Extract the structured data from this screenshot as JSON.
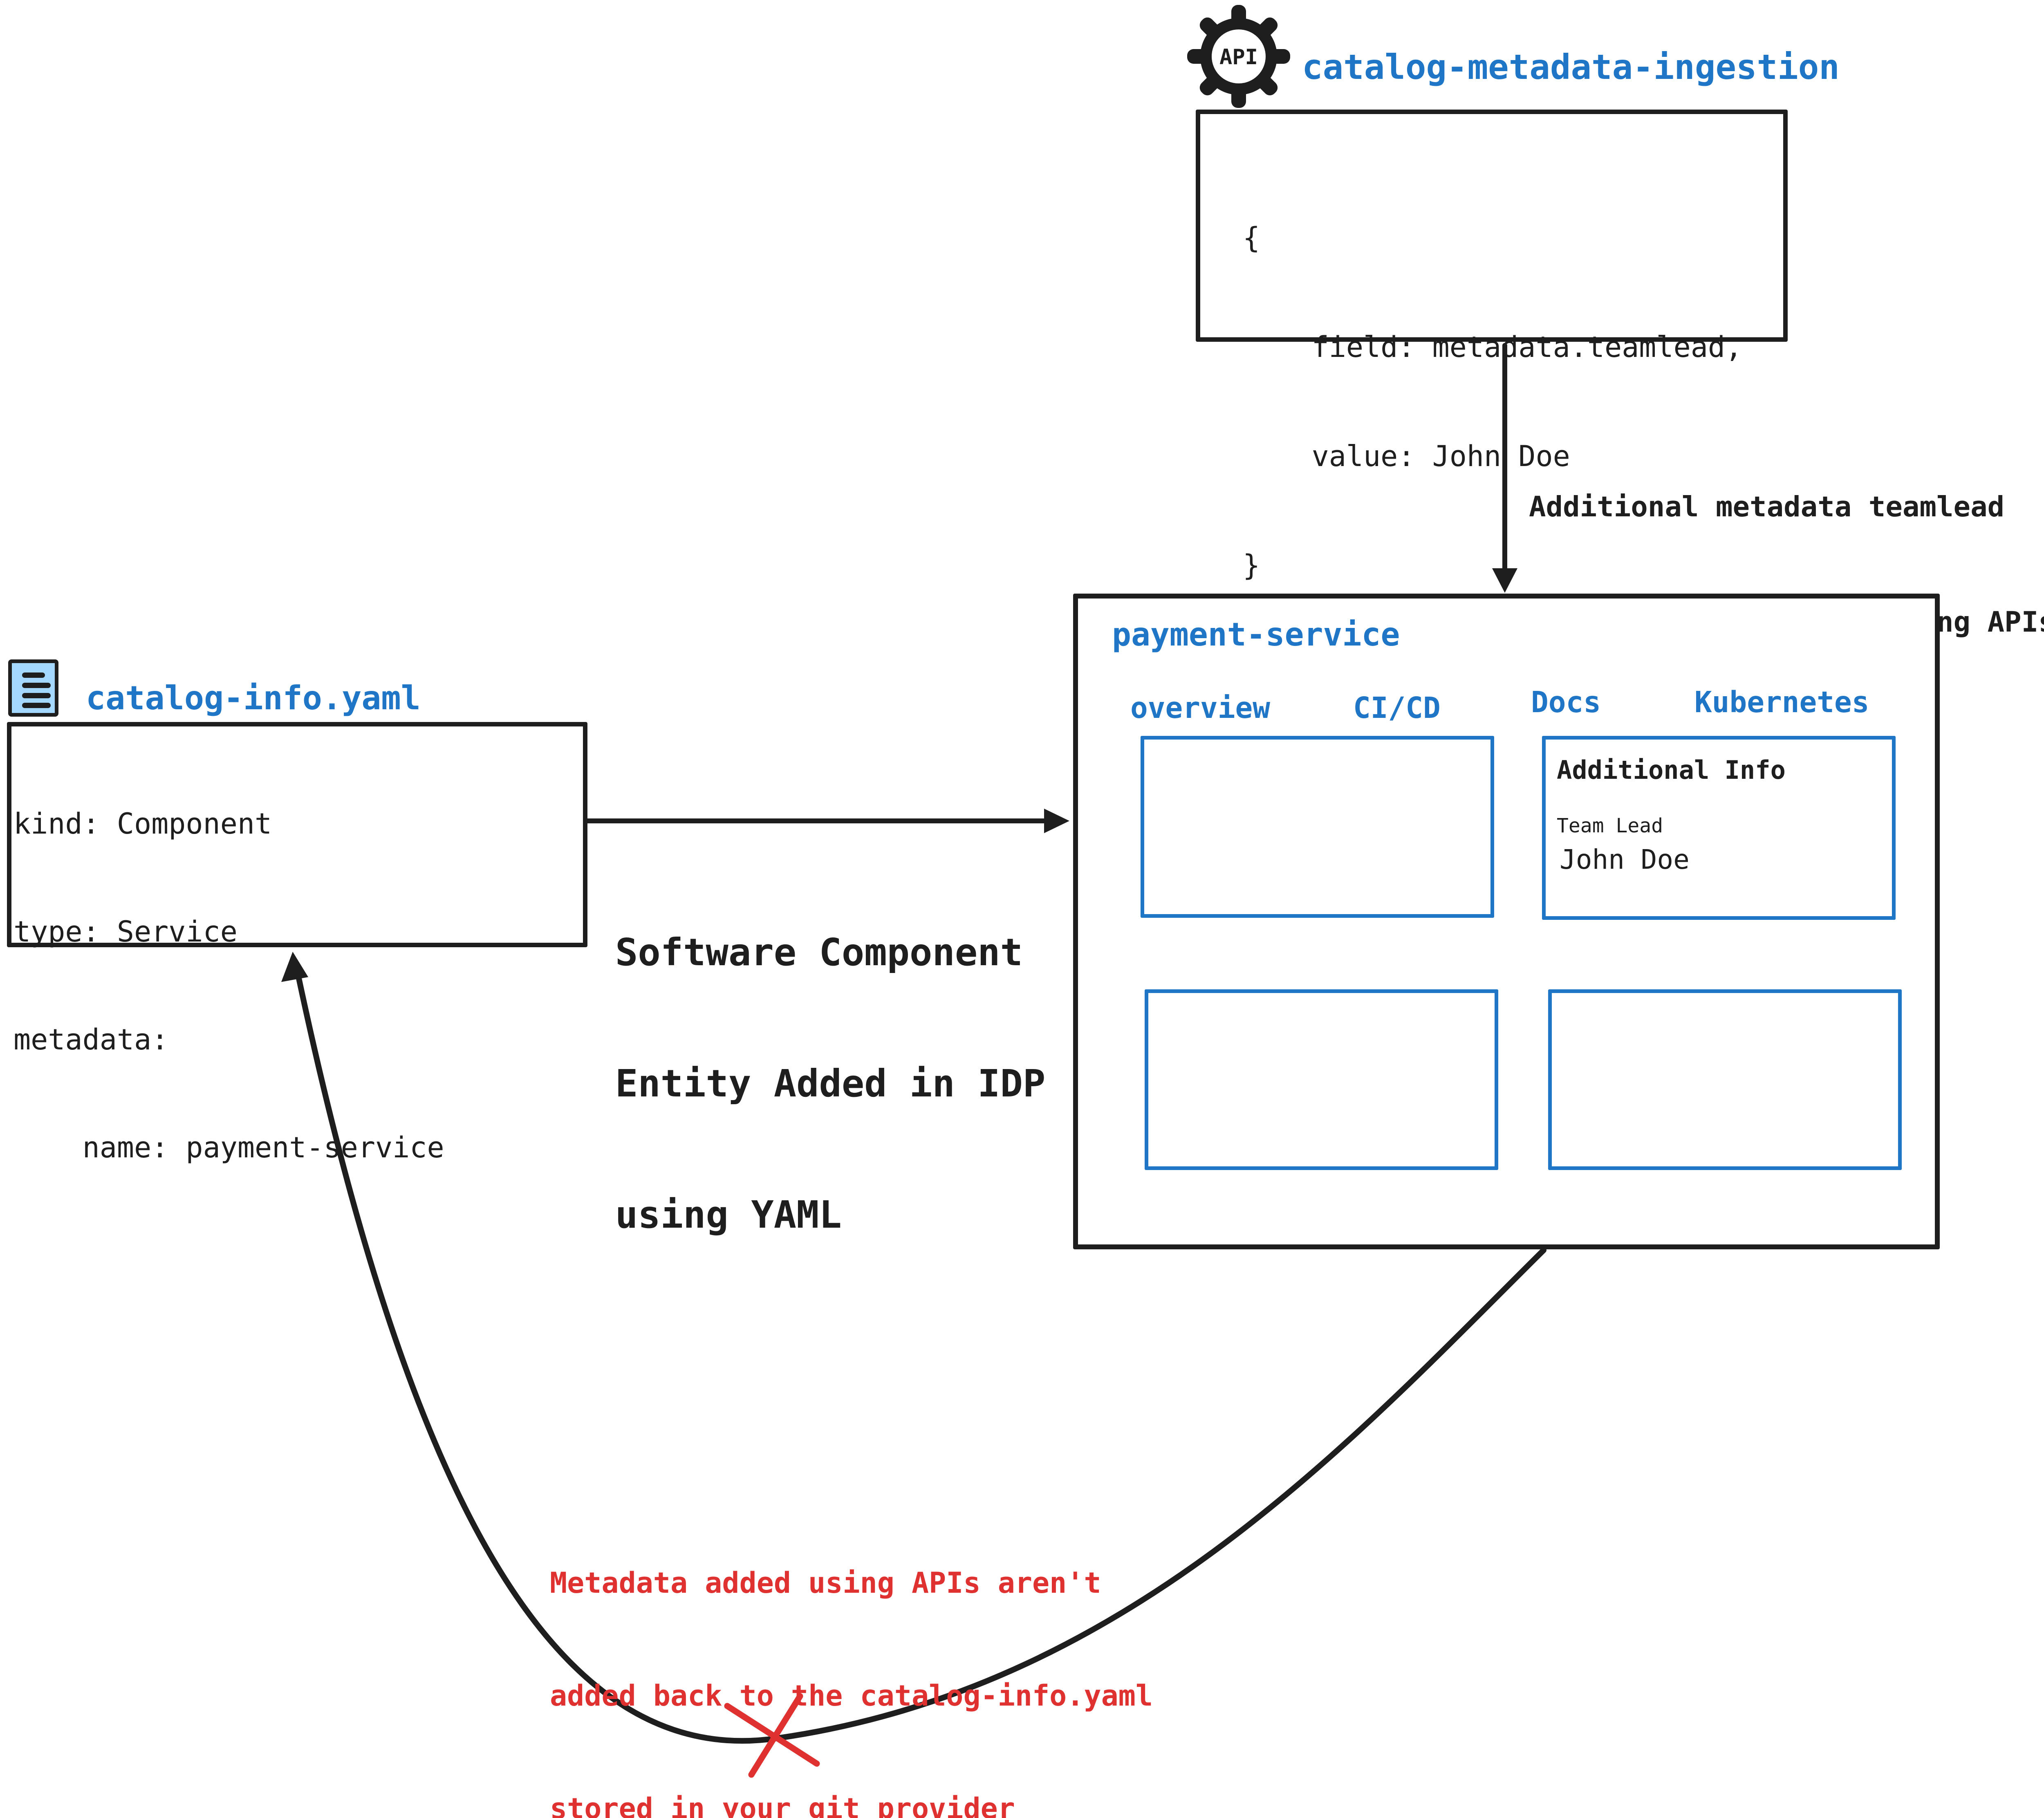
{
  "colors": {
    "ink": "#1e1e1e",
    "blue": "#2076c6",
    "red": "#e03131",
    "icon_fill": "#a5d8ff",
    "background": "#ffffff"
  },
  "api_ingestion": {
    "gear_label": "API",
    "title": "catalog-metadata-ingestion",
    "code_lines": [
      "{",
      "    field: metadata.teamlead,",
      "    value: John Doe",
      "}"
    ]
  },
  "api_arrow": {
    "label_lines": [
      "Additional metadata teamlead",
      "added to the catalog using APIs"
    ]
  },
  "idp": {
    "title": "payment-service",
    "tabs": [
      "overview",
      "CI/CD",
      "Docs",
      "Kubernetes"
    ],
    "additional_info": {
      "heading": "Additional Info",
      "field_label": "Team Lead",
      "field_value": "John Doe"
    }
  },
  "yaml_file": {
    "title": "catalog-info.yaml",
    "code_lines": [
      "kind: Component",
      "type: Service",
      "metadata:",
      "    name: payment-service"
    ]
  },
  "yaml_arrow": {
    "label_lines": [
      "Software Component",
      "Entity Added in IDP",
      "using YAML"
    ]
  },
  "return_arrow": {
    "label_lines": [
      "Metadata added using APIs aren't",
      "added back to the catalog-info.yaml",
      "stored in your git provider"
    ]
  }
}
